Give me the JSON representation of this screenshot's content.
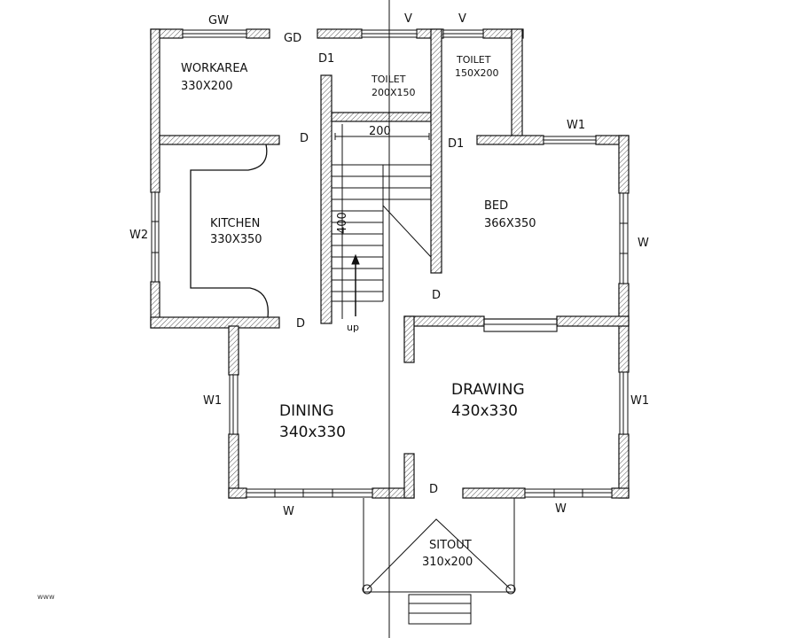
{
  "rooms": {
    "workarea": {
      "name": "WORKAREA",
      "size": "330X200"
    },
    "toilet1": {
      "name": "TOILET",
      "size": "200X150"
    },
    "toilet2": {
      "name": "TOILET",
      "size": "150X200"
    },
    "kitchen": {
      "name": "KITCHEN",
      "size": "330X350"
    },
    "bed": {
      "name": "BED",
      "size": "366X350"
    },
    "dining": {
      "name": "DINING",
      "size": "340x330"
    },
    "drawing": {
      "name": "DRAWING",
      "size": "430x330"
    },
    "sitout": {
      "name": "SITOUT",
      "size": "310x200"
    }
  },
  "tags": {
    "gw": "GW",
    "v1": "V",
    "v2": "V",
    "gd": "GD",
    "d1_top": "D1",
    "d1_bed": "D1",
    "d_kitchen_top": "D",
    "d_kitchen_bottom": "D",
    "d_hall": "D",
    "d_main": "D",
    "w1_top": "W1",
    "w_bed": "W",
    "w2": "W2",
    "w1_dining": "W1",
    "w1_drawing": "W1",
    "w_bottom_left": "W",
    "w_bottom_right": "W"
  },
  "stair": {
    "width_dim": "200",
    "length_dim": "400",
    "direction": "up"
  },
  "watermark": "www"
}
